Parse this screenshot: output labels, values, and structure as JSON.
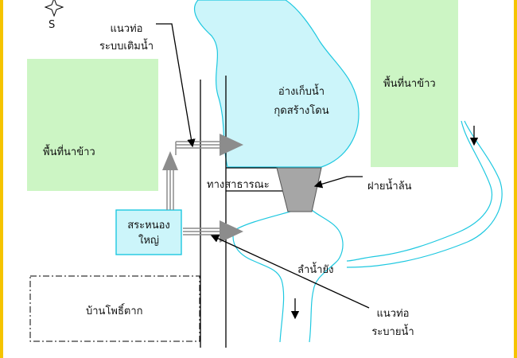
{
  "compass": {
    "south_label": "S"
  },
  "labels": {
    "rice_field_left": "พื้นที่นาข้าว",
    "rice_field_right": "พื้นที่นาข้าว",
    "reservoir_line1": "อ่างเก็บน้ำ",
    "reservoir_line2": "กุดสร้างโดน",
    "big_pond_line1": "สระหนอง",
    "big_pond_line2": "ใหญ่",
    "public_road": "ทางสาธารณะ",
    "spillway": "ฝายน้ำล้น",
    "creek": "ลำน้ำยัง",
    "village": "บ้านโพธิ์ตาก",
    "fill_pipe_line1": "แนวท่อ",
    "fill_pipe_line2": "ระบบเติมน้ำ",
    "drain_pipe_line1": "แนวท่อ",
    "drain_pipe_line2": "ระบายน้ำ"
  },
  "colors": {
    "water_fill": "#ccf5fa",
    "water_stroke": "#1ec8e0",
    "rice_field": "#ccf5c4",
    "spillway": "#a6a6a6",
    "pipe_arrow": "#8c8c8c",
    "frame": "#f5c400"
  }
}
